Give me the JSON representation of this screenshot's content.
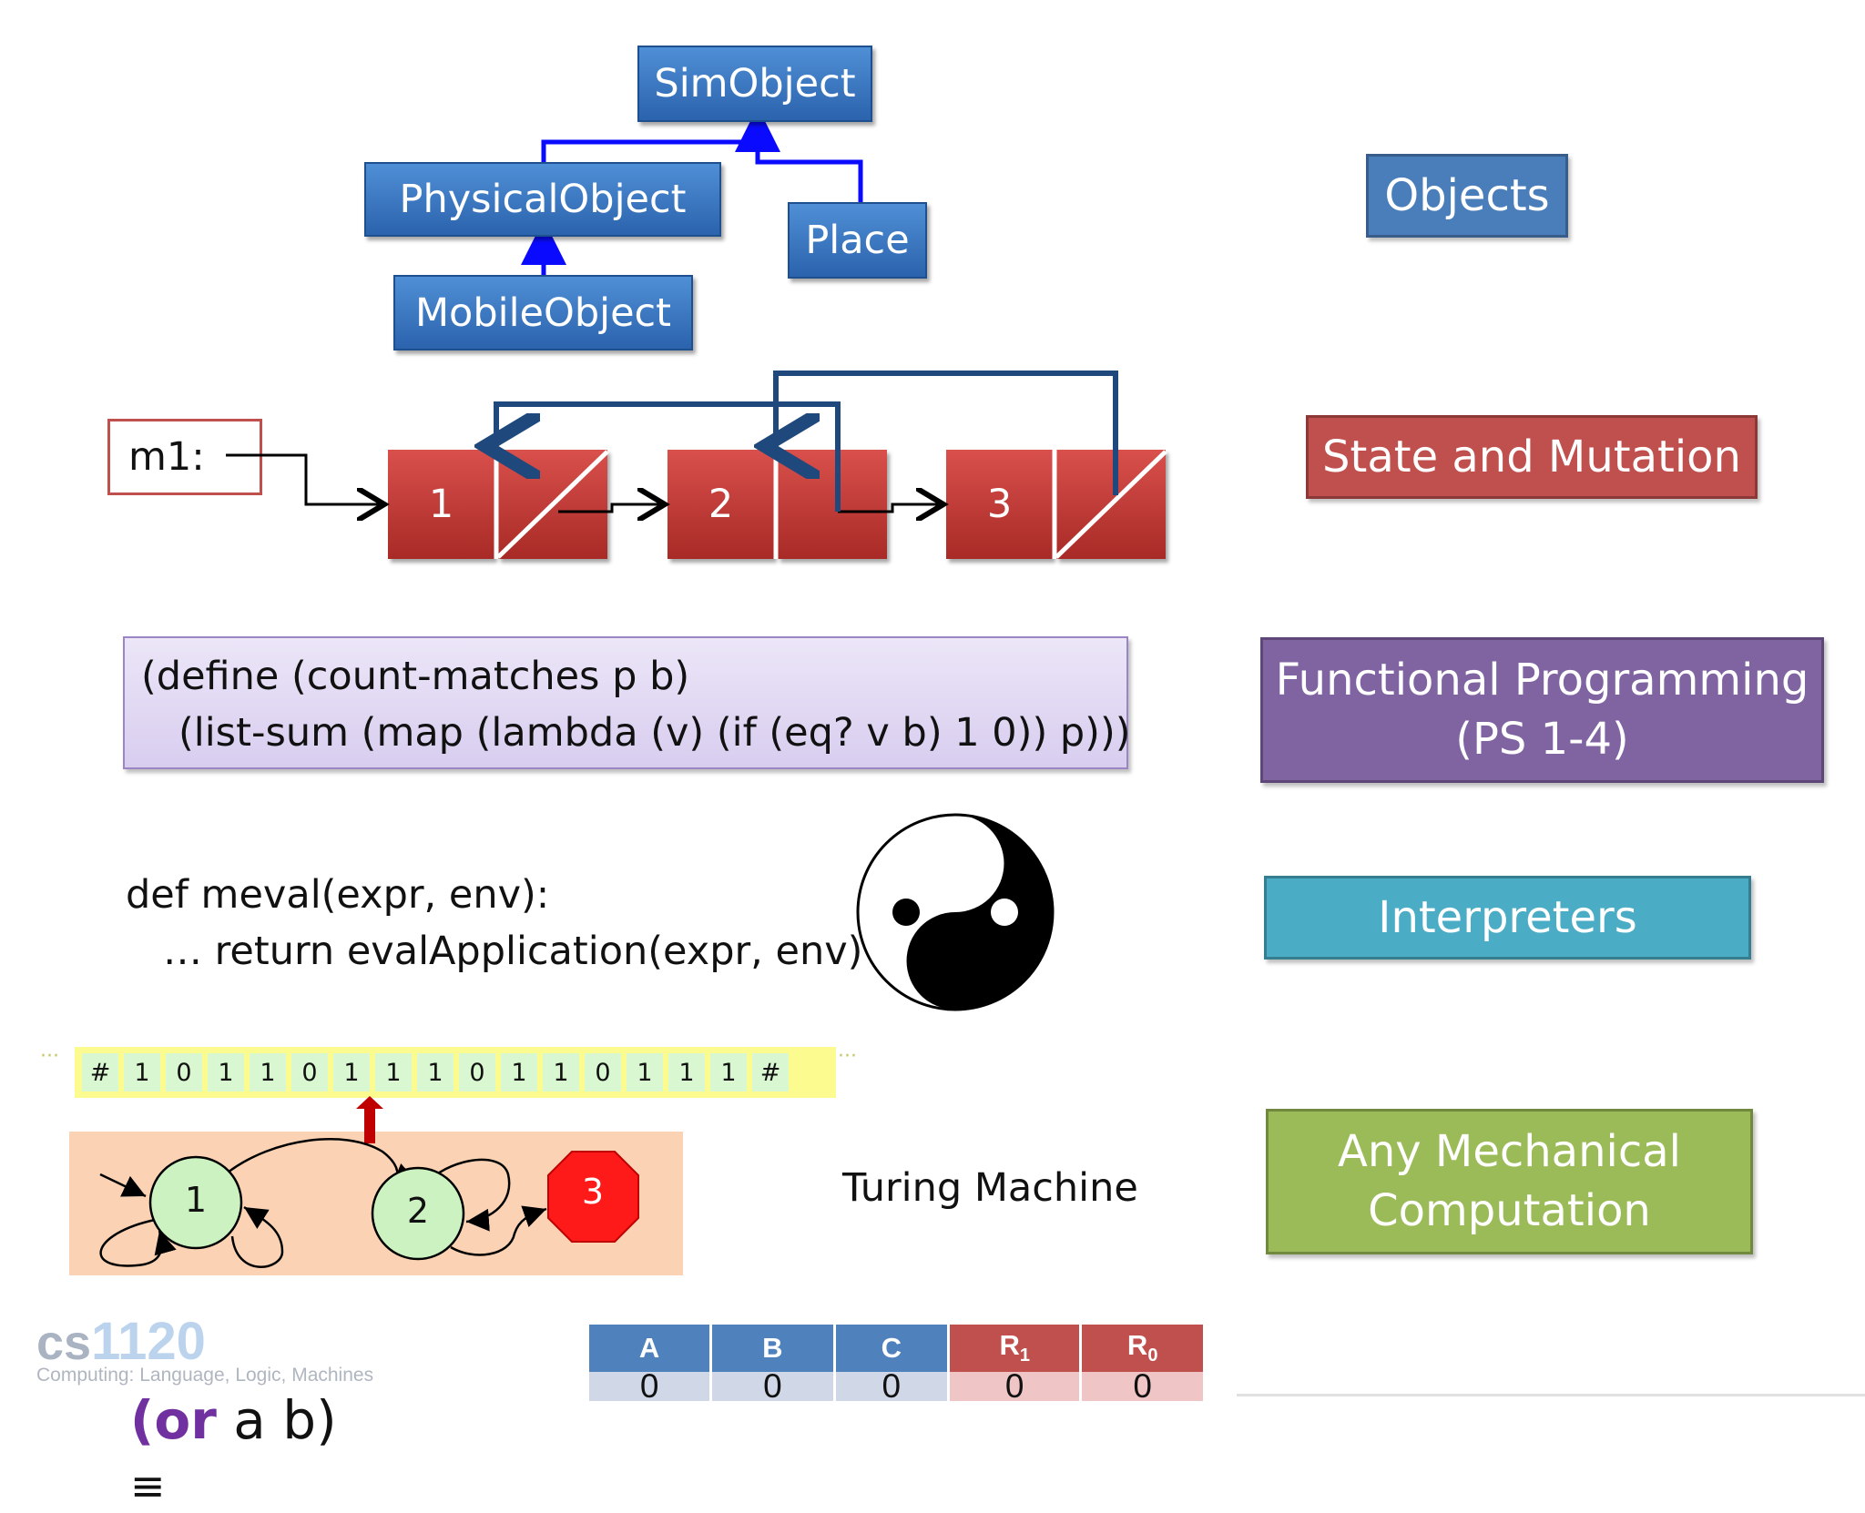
{
  "class_tree": {
    "simobject": "SimObject",
    "physical": "PhysicalObject",
    "place": "Place",
    "mobile": "MobileObject"
  },
  "list": {
    "var_label": "m1:",
    "cells": [
      "1",
      "2",
      "3"
    ]
  },
  "code_functional": {
    "line1": "(define (count-matches p b)",
    "line2": "   (list-sum (map (lambda (v) (if (eq? v b) 1 0)) p)))"
  },
  "code_interp": {
    "line1": "def meval(expr, env):",
    "line2": "   … return evalApplication(expr, env)"
  },
  "turing": {
    "tape_dots": "···",
    "tape": [
      "#",
      "1",
      "0",
      "1",
      "1",
      "0",
      "1",
      "1",
      "1",
      "0",
      "1",
      "1",
      "0",
      "1",
      "1",
      "1",
      "#"
    ],
    "states": [
      "1",
      "2",
      "3"
    ],
    "caption": "Turing Machine"
  },
  "labels": {
    "objects": "Objects",
    "state": "State and Mutation",
    "functional_line1": "Functional Programming",
    "functional_line2": "(PS 1-4)",
    "interpreters": "Interpreters",
    "mechanical_line1": "Any Mechanical",
    "mechanical_line2": "Computation"
  },
  "bottom": {
    "expr_or": "(or",
    "expr_rest": " a b)",
    "equiv": "≡",
    "watermark_cs": "cs",
    "watermark_num": "1120",
    "watermark_sub": "Computing: Language, Logic, Machines",
    "table_headers": [
      "A",
      "B",
      "C",
      "R",
      "R"
    ],
    "table_header_subs": [
      "",
      "",
      "",
      "1",
      "0"
    ],
    "table_first_row": [
      "0",
      "0",
      "0",
      "0",
      "0"
    ]
  },
  "colors": {
    "objects": "#4a7ebb",
    "state": "#c0504d",
    "functional": "#8064a2",
    "interpreters": "#4bacc6",
    "mechanical": "#9bbb59"
  }
}
